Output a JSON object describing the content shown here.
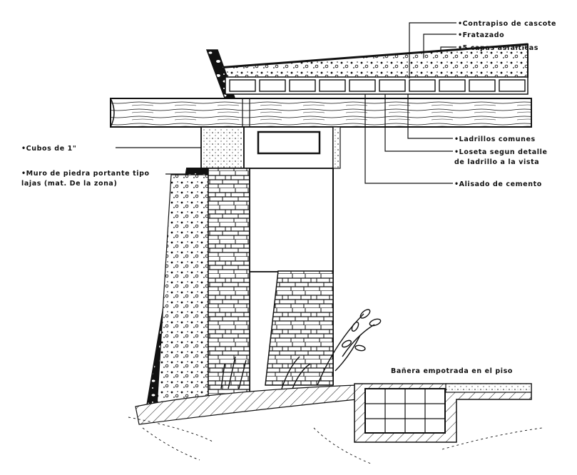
{
  "labels": {
    "contrapiso": "•Contrapiso de cascote",
    "fratazado": "•Fratazado",
    "capas": "•5 capas asfalticas",
    "cubos": "•Cubos de 1\"",
    "muro_line1": "•Muro de piedra portante tipo",
    "muro_line2": "lajas (mat. De la zona)",
    "ladrillos": "•Ladrillos comunes",
    "loseta_line1": "•Loseta segun detalle",
    "loseta_line2": "de ladrillo a la vista",
    "alisado": "•Alisado de cemento",
    "banera": "Bañera empotrada en el piso"
  },
  "colors": {
    "ink": "#111111",
    "paper": "#ffffff"
  }
}
